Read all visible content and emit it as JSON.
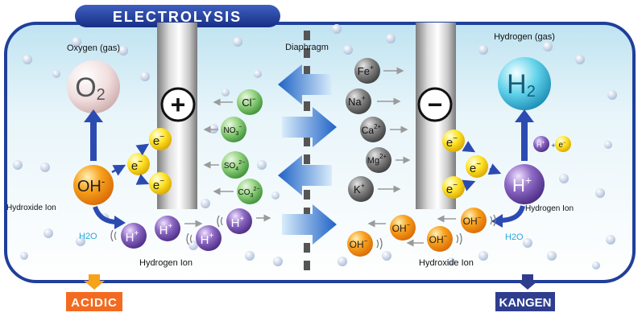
{
  "title": "ELECTROLYSIS",
  "labels": {
    "oxygen_gas": "Oxygen (gas)",
    "hydrogen_gas": "Hydrogen (gas)",
    "diaphragm": "Diaphragm",
    "hydroxide_ion_left": "Hydroxide Ion",
    "hydrogen_ion_left": "Hydrogen Ion",
    "hydrogen_ion_right": "Hydrogen Ion",
    "hydroxide_ion_right": "Hydroxide Ion",
    "h2o_left": "H2O",
    "h2o_right": "H2O",
    "acidic": "ACIDIC",
    "kangen": "KANGEN"
  },
  "molecules": {
    "o2": "O",
    "o2_sub": "2",
    "h2": "H",
    "h2_sub": "2"
  },
  "electrodes": {
    "anode_symbol": "+",
    "cathode_symbol": "−"
  },
  "left_ions": {
    "oh": "OH",
    "oh_sup": "-",
    "electron": "e",
    "electron_sup": "−",
    "h": "H",
    "h_sup": "+"
  },
  "anions": [
    {
      "base": "Cl",
      "sup": "−"
    },
    {
      "base": "NO",
      "sub": "3",
      "sup": "−"
    },
    {
      "base": "SO",
      "sub": "4",
      "sup": "2−"
    },
    {
      "base": "CO",
      "sub": "3",
      "sup": "2−"
    }
  ],
  "cations": [
    {
      "base": "Fe",
      "sup": "+"
    },
    {
      "base": "Na",
      "sup": "+"
    },
    {
      "base": "Ca",
      "sup": "2+"
    },
    {
      "base": "Mg",
      "sup": "2+"
    },
    {
      "base": "K",
      "sup": "+"
    }
  ],
  "right_ions": {
    "h_big": "H",
    "h_big_sup": "+",
    "h_small": "H",
    "h_small_sup": "+",
    "plus": "+",
    "e_small": "e",
    "e_small_sup": "−",
    "electron": "e",
    "electron_sup": "−",
    "oh": "OH",
    "oh_sup": "−"
  },
  "colors": {
    "frame": "#1f3f9a",
    "acidic": "#f36b21",
    "kangen": "#2f3d8f"
  }
}
